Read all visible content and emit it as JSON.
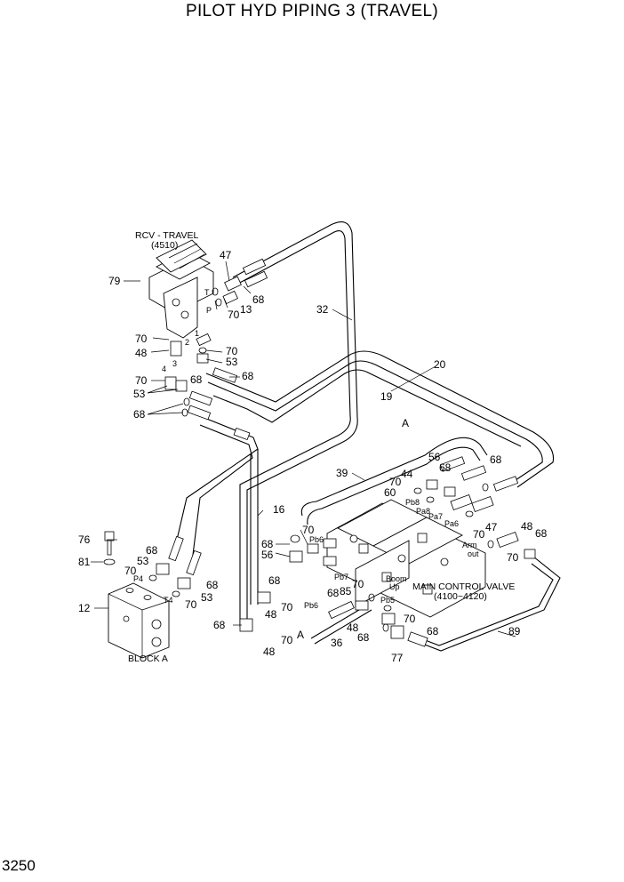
{
  "title": "PILOT HYD PIPING 3 (TRAVEL)",
  "page_number": "3250",
  "components": {
    "rcv_travel": {
      "name": "RCV - TRAVEL",
      "ref": "(4510)"
    },
    "main_control_valve": {
      "name": "MAIN CONTROL VALVE",
      "ref": "(4100~4120)"
    },
    "block_a": {
      "name": "BLOCK A"
    }
  },
  "port_labels": {
    "T": "T",
    "P": "P",
    "p1": "1",
    "p2": "2",
    "p3": "3",
    "p4": "4",
    "A1": "A",
    "A2": "A",
    "P4": "P4",
    "T4": "T4",
    "Pb8": "Pb8",
    "Pa8": "Pa8",
    "Pa7": "Pa7",
    "Pb6top": "Pb6",
    "Pa6": "Pa6",
    "Arm": "Arm",
    "Arm2": "out",
    "Pb7": "Pb7",
    "Boom": "Boom",
    "Up": "Up",
    "Pb6": "Pb6",
    "Pb5": "Pb5"
  },
  "part_numbers": {
    "n79": "79",
    "n47a": "47",
    "n68a": "68",
    "n13": "13",
    "n70a": "70",
    "n32": "32",
    "n70b": "70",
    "n48a": "48",
    "n70c": "70",
    "n53a": "70",
    "n53b": "53",
    "n68b": "68",
    "n68c": "68",
    "n70d": "70",
    "n53c": "53",
    "n68d": "68",
    "n20": "20",
    "n19": "19",
    "n56a": "56",
    "n68e": "68",
    "n44": "44",
    "n70e": "70",
    "n68f": "68",
    "n60": "60",
    "n70f": "70",
    "n47b": "47",
    "n39": "39",
    "n16": "16",
    "n76": "76",
    "n81": "81",
    "n68g": "68",
    "n53d": "53",
    "n70g": "70",
    "n68h": "68",
    "n70h": "70",
    "n53e": "53",
    "n12": "12",
    "n70i": "70",
    "n68i": "68",
    "n56b": "56",
    "n68j": "68",
    "n48b": "48",
    "n70j": "70",
    "n68k": "68",
    "n48c": "48",
    "n70k": "70",
    "n68l": "68",
    "n85": "85",
    "n70l": "70",
    "n48d": "48",
    "n68m": "68",
    "n70m": "70",
    "n68n": "68",
    "n36": "36",
    "n77": "77",
    "n48e": "48",
    "n68o": "68",
    "n70n": "70",
    "n89": "89"
  }
}
